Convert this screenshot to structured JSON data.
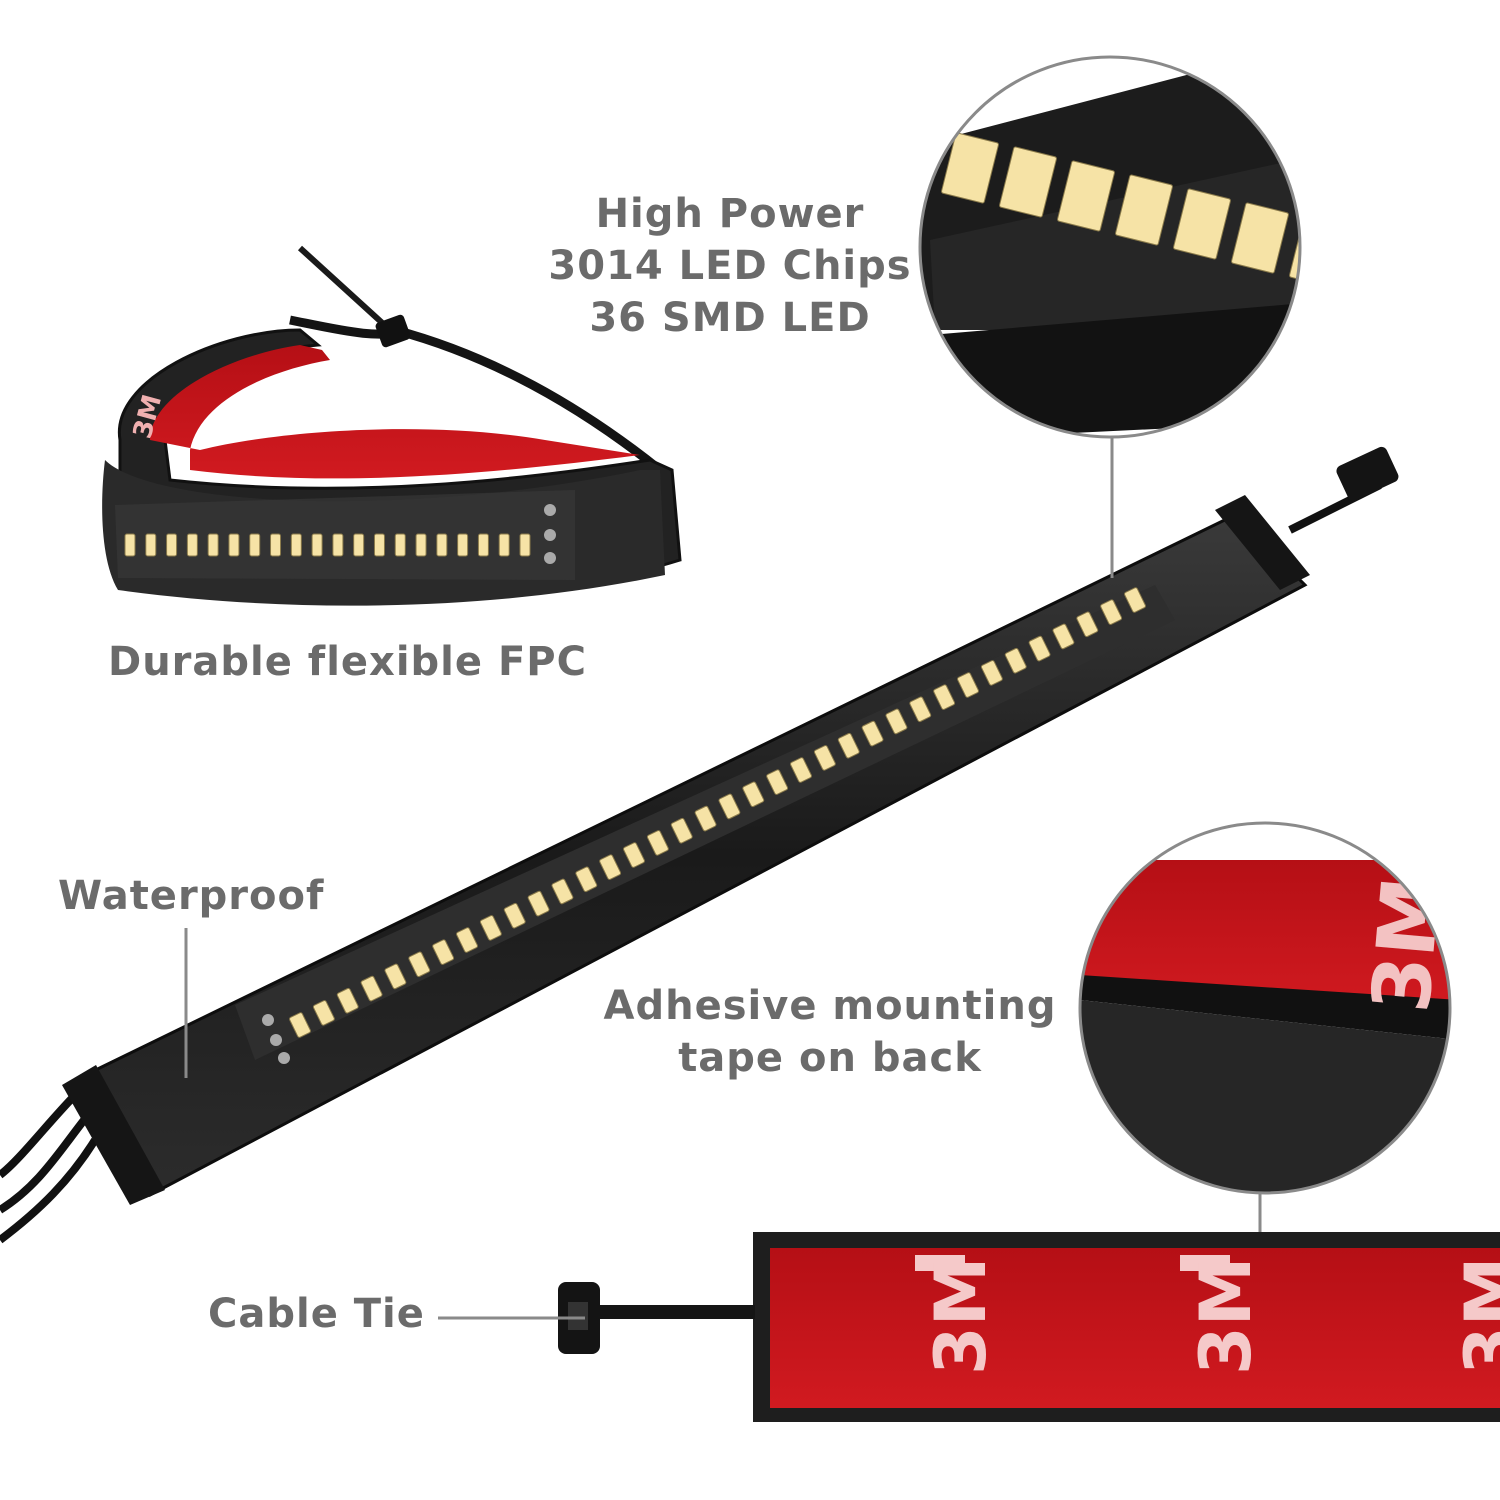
{
  "features": {
    "high_power": {
      "line1": "High Power",
      "line2": "3014 LED Chips",
      "line3": "36 SMD LED"
    },
    "fpc": "Durable flexible FPC",
    "waterproof": "Waterproof",
    "adhesive": {
      "line1": "Adhesive mounting",
      "line2": "tape on back"
    },
    "cable_tie": "Cable Tie"
  },
  "colors": {
    "text": "#6b6b6b",
    "callout_line": "#8a8a8a",
    "strip_body": "#1e1e1e",
    "led_chip": "#f6e3a6",
    "adhesive_tape": "#c8151b"
  },
  "tape_logo": "3M"
}
